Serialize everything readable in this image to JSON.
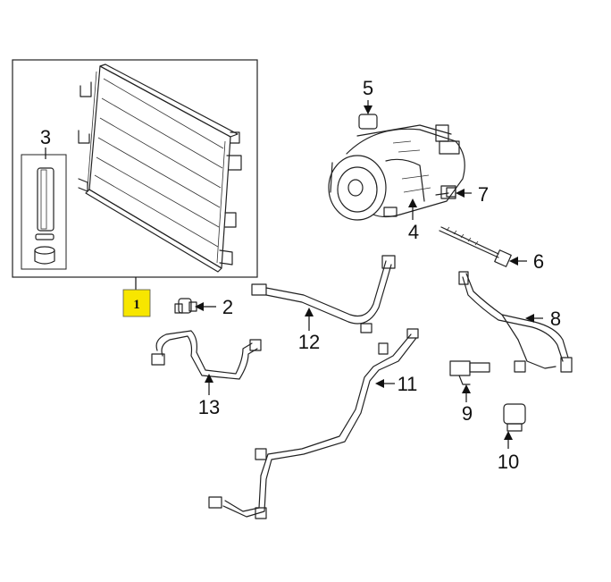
{
  "diagram": {
    "highlight_color": "#f7e600",
    "callouts": [
      {
        "id": "1",
        "label": "1",
        "highlighted": true
      },
      {
        "id": "2",
        "label": "2"
      },
      {
        "id": "3",
        "label": "3"
      },
      {
        "id": "4",
        "label": "4"
      },
      {
        "id": "5",
        "label": "5"
      },
      {
        "id": "6",
        "label": "6"
      },
      {
        "id": "7",
        "label": "7"
      },
      {
        "id": "8",
        "label": "8"
      },
      {
        "id": "9",
        "label": "9"
      },
      {
        "id": "10",
        "label": "10"
      },
      {
        "id": "11",
        "label": "11"
      },
      {
        "id": "12",
        "label": "12"
      },
      {
        "id": "13",
        "label": "13"
      }
    ]
  }
}
